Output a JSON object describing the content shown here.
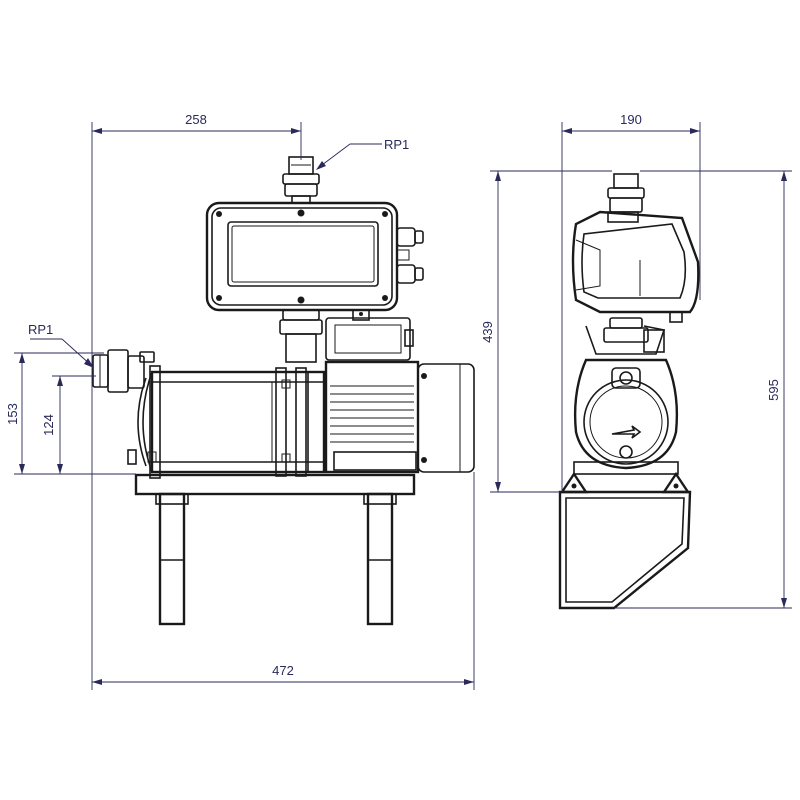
{
  "dimensions": {
    "front_top_width": "258",
    "front_total_width": "472",
    "front_outlet_height": "153",
    "front_inlet_height": "124",
    "side_width": "190",
    "side_pump_height": "439",
    "side_total_height": "595"
  },
  "labels": {
    "outlet_connection": "RP1",
    "inlet_connection": "RP1"
  }
}
